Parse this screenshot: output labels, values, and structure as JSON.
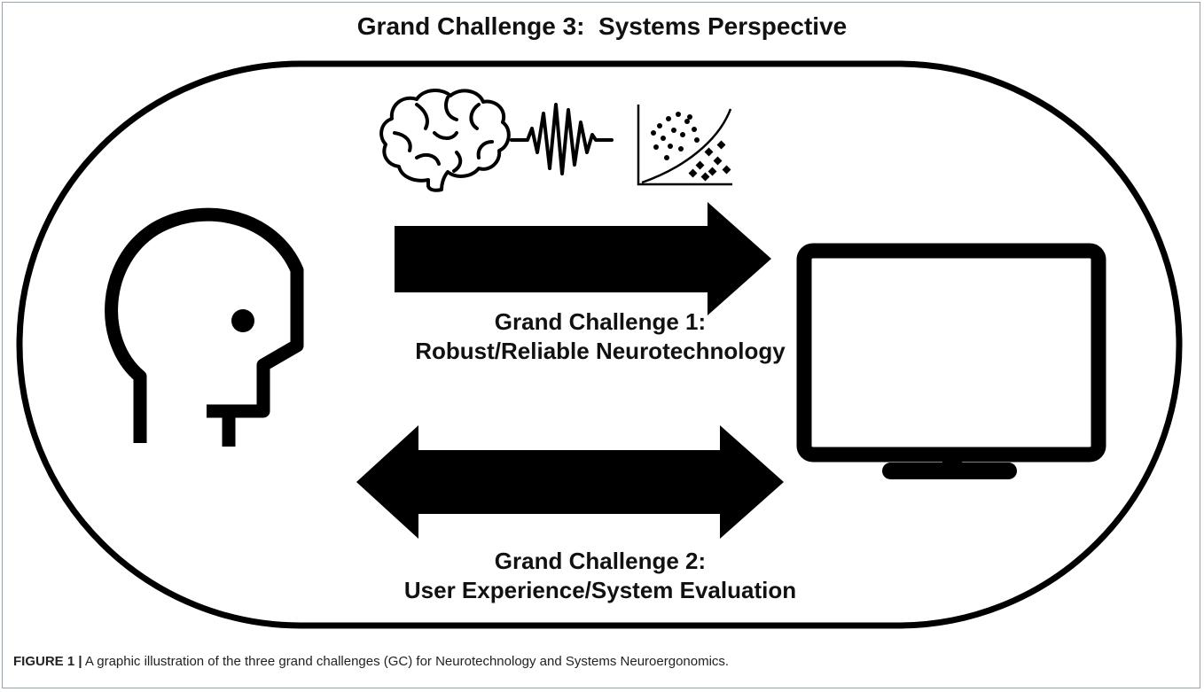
{
  "title": "Grand Challenge 3:  Systems Perspective",
  "gc1": {
    "line1": "Grand Challenge 1:",
    "line2": "Robust/Reliable Neurotechnology"
  },
  "gc2": {
    "line1": "Grand Challenge 2:",
    "line2": "User Experience/System Evaluation"
  },
  "caption": {
    "label": "FIGURE 1 |",
    "text": " A graphic illustration of the three grand challenges (GC) for Neurotechnology and Systems Neuroergonomics."
  },
  "icons": [
    "head-profile-icon",
    "brain-icon",
    "waveform-icon",
    "scatter-plot-icon",
    "monitor-icon"
  ],
  "colors": {
    "ink": "#000000",
    "caption_border": "#9aa3a8"
  }
}
